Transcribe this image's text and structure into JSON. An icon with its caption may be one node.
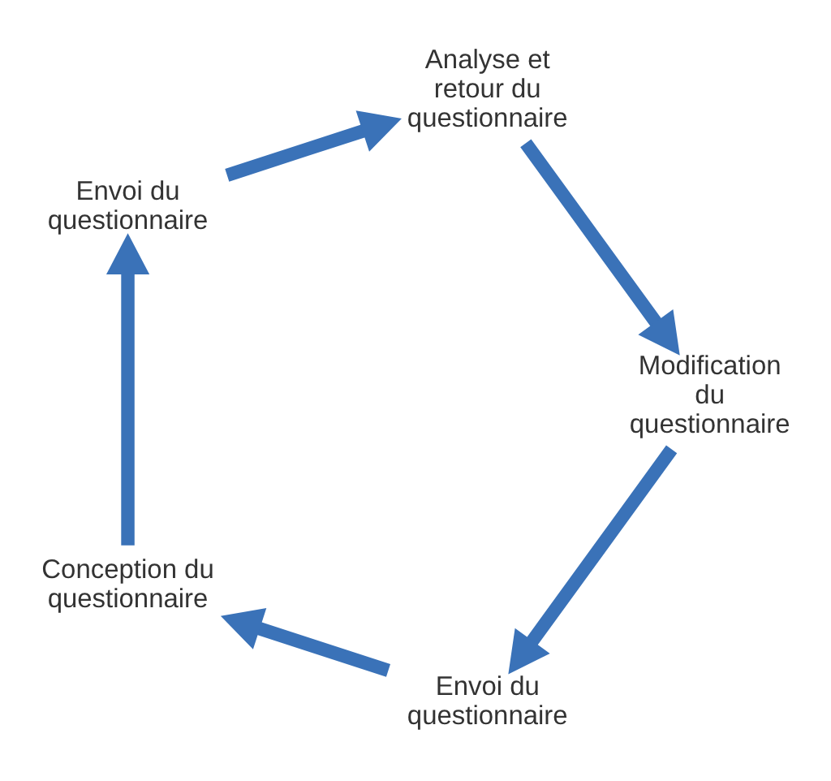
{
  "diagram": {
    "nodes": [
      {
        "text": [
          "Envoi du questionnaire"
        ]
      },
      {
        "text": [
          "Conception du questionnaire"
        ]
      },
      {
        "text": [
          "Modification du questionnaire"
        ]
      },
      {
        "text": [
          "Envoi du questionnaire"
        ]
      },
      {
        "text": [
          "Analyse et retour du questionnaire"
        ]
      }
    ],
    "edges": [
      {
        "from": 0,
        "to": 1,
        "arrow": "to"
      },
      {
        "from": 1,
        "to": 3,
        "arrow": "to"
      },
      {
        "from": 3,
        "to": 4,
        "arrow": "to"
      },
      {
        "from": 4,
        "to": 2,
        "arrow": "to"
      },
      {
        "from": 2,
        "to": 0,
        "arrow": "to"
      }
    ]
  }
}
